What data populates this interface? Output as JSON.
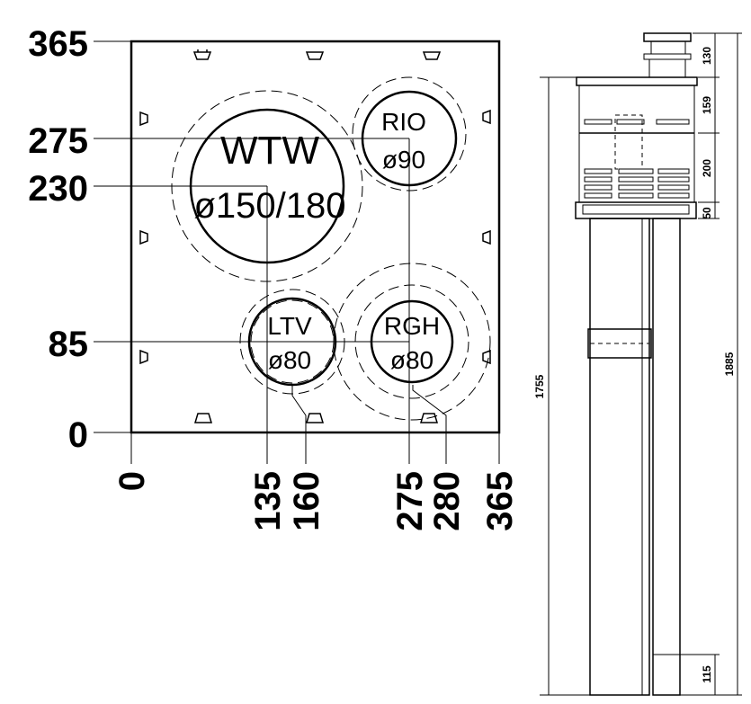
{
  "plate": {
    "y_labels": [
      "365",
      "275",
      "230",
      "85",
      "0"
    ],
    "x_labels": [
      "0",
      "135",
      "160",
      "275",
      "280",
      "365"
    ]
  },
  "pipes": [
    {
      "name": "WTW",
      "diameter": "ø150/180"
    },
    {
      "name": "RIO",
      "diameter": "ø90"
    },
    {
      "name": "LTV",
      "diameter": "ø80"
    },
    {
      "name": "RGH",
      "diameter": "ø80"
    }
  ],
  "side_view": {
    "dims": [
      "130",
      "159",
      "200",
      "50",
      "1755",
      "1885",
      "115"
    ]
  }
}
